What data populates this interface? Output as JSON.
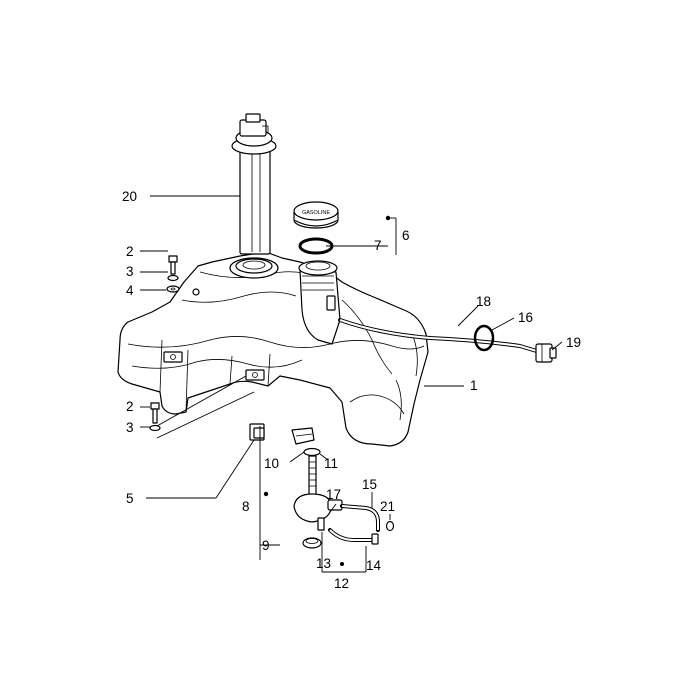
{
  "diagram": {
    "cap_text": "GASOLINE",
    "labels": {
      "l1": "1",
      "l2a": "2",
      "l2b": "2",
      "l3a": "3",
      "l3b": "3",
      "l4": "4",
      "l5": "5",
      "l6": "6",
      "l7": "7",
      "l8": "8",
      "l9": "9",
      "l10": "10",
      "l11": "11",
      "l12": "12",
      "l13": "13",
      "l14": "14",
      "l15": "15",
      "l16": "16",
      "l17": "17",
      "l18": "18",
      "l19": "19",
      "l20": "20",
      "l21": "21"
    }
  }
}
